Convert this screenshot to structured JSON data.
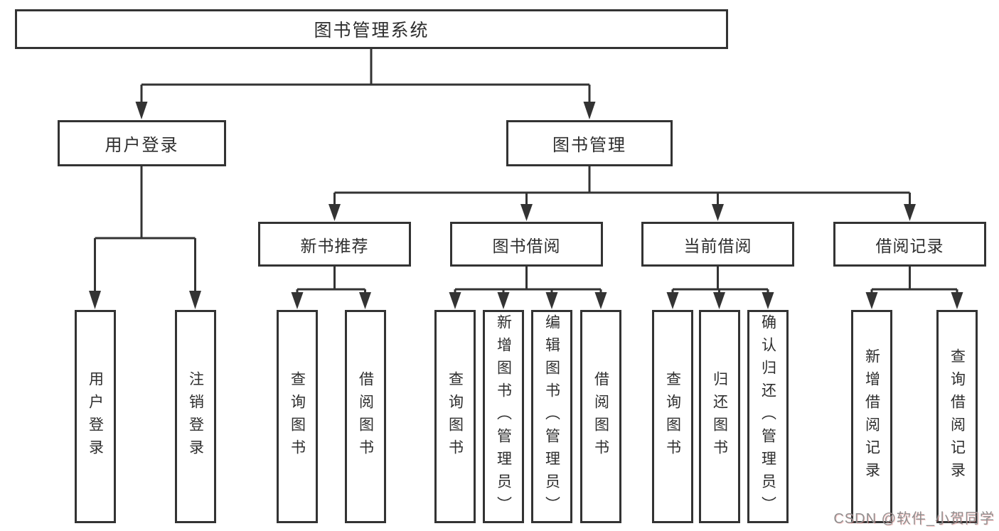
{
  "tree": {
    "label": "图书管理系统",
    "children": [
      {
        "label": "用户登录",
        "children": [
          {
            "label": "用户登录"
          },
          {
            "label": "注销登录"
          }
        ]
      },
      {
        "label": "图书管理",
        "children": [
          {
            "label": "新书推荐",
            "children": [
              {
                "label": "查询图书"
              },
              {
                "label": "借阅图书"
              }
            ]
          },
          {
            "label": "图书借阅",
            "children": [
              {
                "label": "查询图书"
              },
              {
                "label": "新增图书（管理员）"
              },
              {
                "label": "编辑图书（管理员）"
              },
              {
                "label": "借阅图书"
              }
            ]
          },
          {
            "label": "当前借阅",
            "children": [
              {
                "label": "查询图书"
              },
              {
                "label": "归还图书"
              },
              {
                "label": "确认归还（管理员）"
              }
            ]
          },
          {
            "label": "借阅记录",
            "children": [
              {
                "label": "新增借阅记录"
              },
              {
                "label": "查询借阅记录"
              }
            ]
          }
        ]
      }
    ]
  },
  "watermark": {
    "text": "CSDN @软件_小贺同学"
  },
  "colors": {
    "line": "#333333",
    "box_border": "#333333",
    "text": "#2e2e2e",
    "watermark": "#8f8f8f",
    "background": "#ffffff"
  }
}
